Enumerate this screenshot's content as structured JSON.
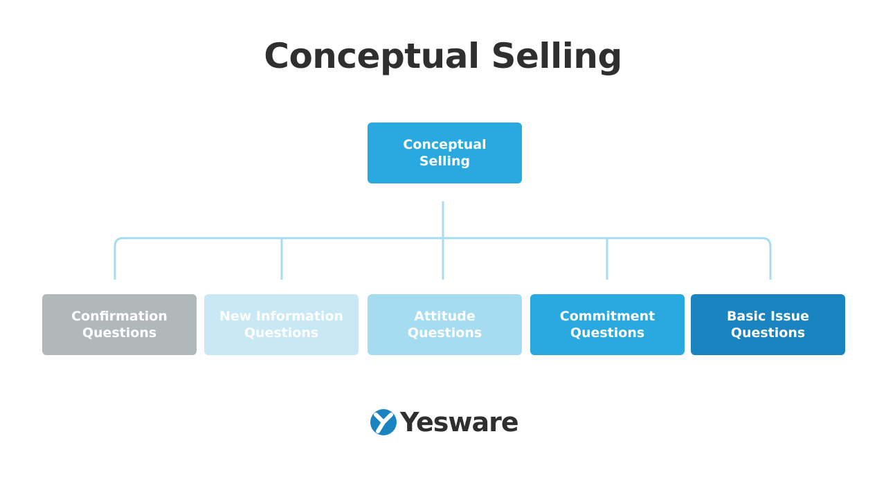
{
  "title": "Conceptual Selling",
  "root": {
    "label": "Conceptual\nSelling",
    "color": "#29a9e0"
  },
  "children": [
    {
      "label": "Confirmation\nQuestions",
      "color": "#b1b8b9"
    },
    {
      "label": "New Information\nQuestions",
      "color": "#c9e8f5"
    },
    {
      "label": "Attitude\nQuestions",
      "color": "#a6dcf0"
    },
    {
      "label": "Commitment\nQuestions",
      "color": "#29a9e0"
    },
    {
      "label": "Basic Issue\nQuestions",
      "color": "#1a84c0"
    }
  ],
  "connector_color": "#a6dcf0",
  "logo": {
    "text": "Yesware",
    "color": "#1a84c0"
  }
}
